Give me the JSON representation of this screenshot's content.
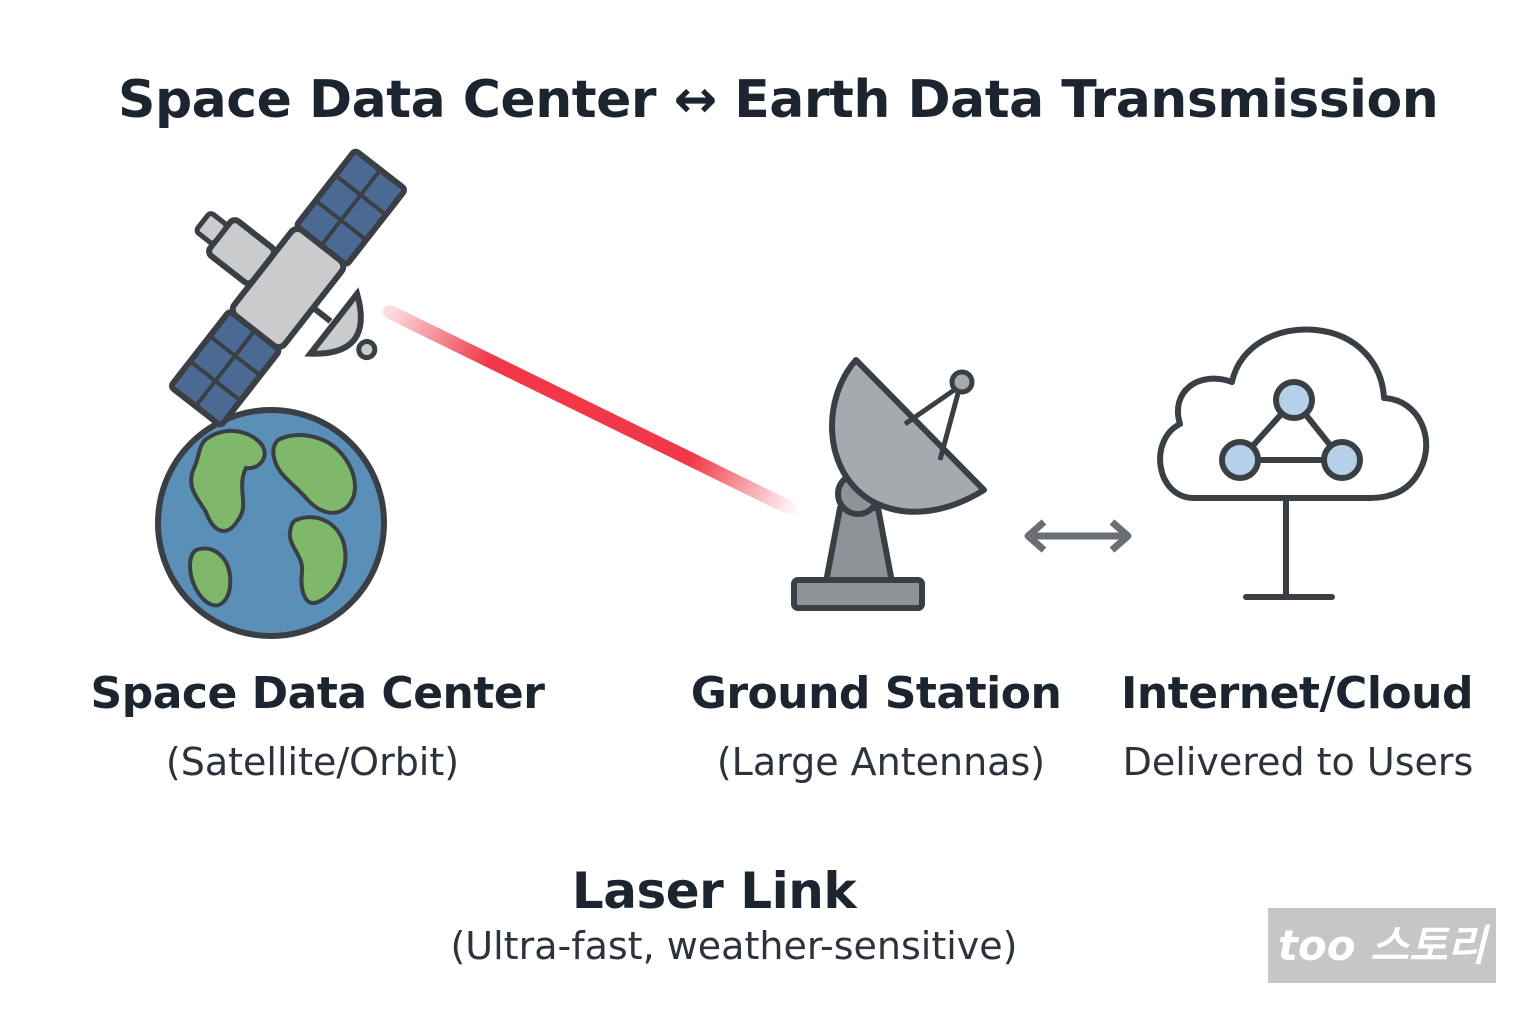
{
  "title": "Space Data Center ↔ Earth Data Transmission",
  "nodes": {
    "space": {
      "label": "Space Data Center",
      "sublabel": "(Satellite/Orbit)"
    },
    "ground": {
      "label": "Ground Station",
      "sublabel": "(Large Antennas)"
    },
    "cloud": {
      "label": "Internet/Cloud",
      "sublabel": "Delivered to Users"
    }
  },
  "link": {
    "label": "Laser Link",
    "sublabel": "(Ultra-fast, weather-sensitive)"
  },
  "watermark": "too 스토리",
  "colors": {
    "laser": "#ee2233",
    "outline": "#3a3f46",
    "panel": "#4b6a93",
    "metal": "#c9cbcd",
    "ocean": "#5a8fb8",
    "land": "#7fb86a",
    "node": "#b7d0ea",
    "arrow": "#6b6f75"
  }
}
